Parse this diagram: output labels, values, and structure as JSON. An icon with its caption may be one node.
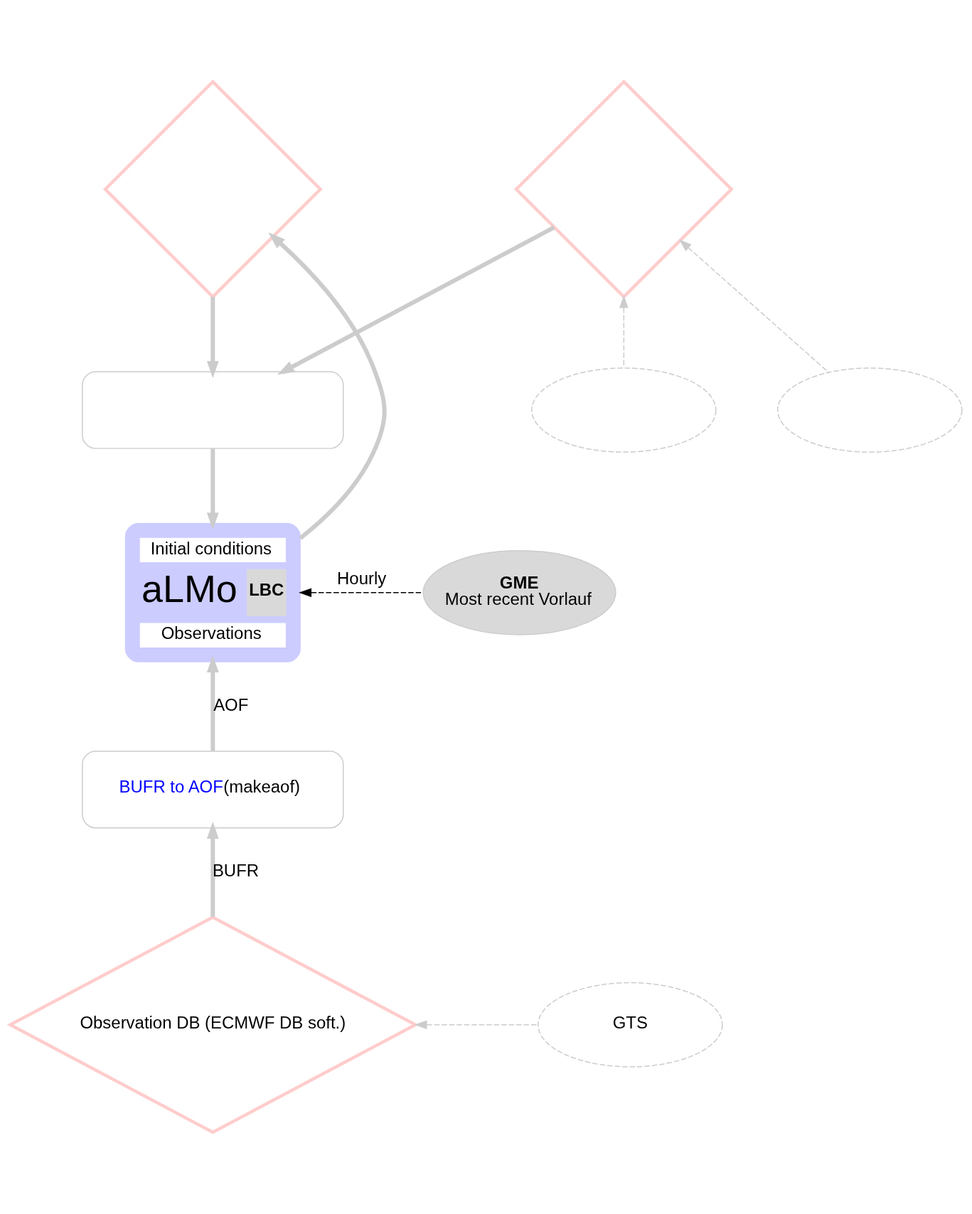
{
  "diagram": {
    "nodes": [
      {
        "text": [],
        "shape": "diamond"
      },
      {
        "text": [],
        "shape": "diamond"
      },
      {
        "text": [],
        "shape": "ellipse"
      },
      {
        "text": [],
        "shape": "ellipse"
      },
      {
        "text": [],
        "shape": "box"
      },
      {
        "text": [
          "Initial conditions",
          "aLMo",
          "LBC",
          "Observations"
        ]
      },
      {
        "text": [
          "GME",
          "Most recent Vorlauf"
        ]
      },
      {
        "text": [
          "BUFR to AOF",
          "(makeaof)"
        ]
      },
      {
        "text": [
          "Observation DB (ECMWF DB soft.)"
        ]
      },
      {
        "text": [
          "GTS"
        ]
      }
    ],
    "edges": [
      {
        "from": 0,
        "to": 4,
        "arrow": "to"
      },
      {
        "from": 1,
        "to": 4,
        "arrow": "to"
      },
      {
        "from": 4,
        "to": 5,
        "arrow": "to"
      },
      {
        "from": 5,
        "to": 0,
        "arrow": "to"
      },
      {
        "from": 2,
        "to": 1,
        "arrow": "to",
        "style": "dashed"
      },
      {
        "from": 3,
        "to": 1,
        "arrow": "to",
        "style": "dashed"
      },
      {
        "from": 6,
        "to": 5,
        "arrow": "to",
        "style": "dashed",
        "color": "#000000",
        "label": "Hourly"
      },
      {
        "from": 7,
        "to": 5,
        "arrow": "to",
        "label": "AOF"
      },
      {
        "from": 8,
        "to": 7,
        "arrow": "to",
        "label": "BUFR"
      },
      {
        "from": 9,
        "to": 8,
        "arrow": "to",
        "style": "dashed"
      }
    ]
  }
}
